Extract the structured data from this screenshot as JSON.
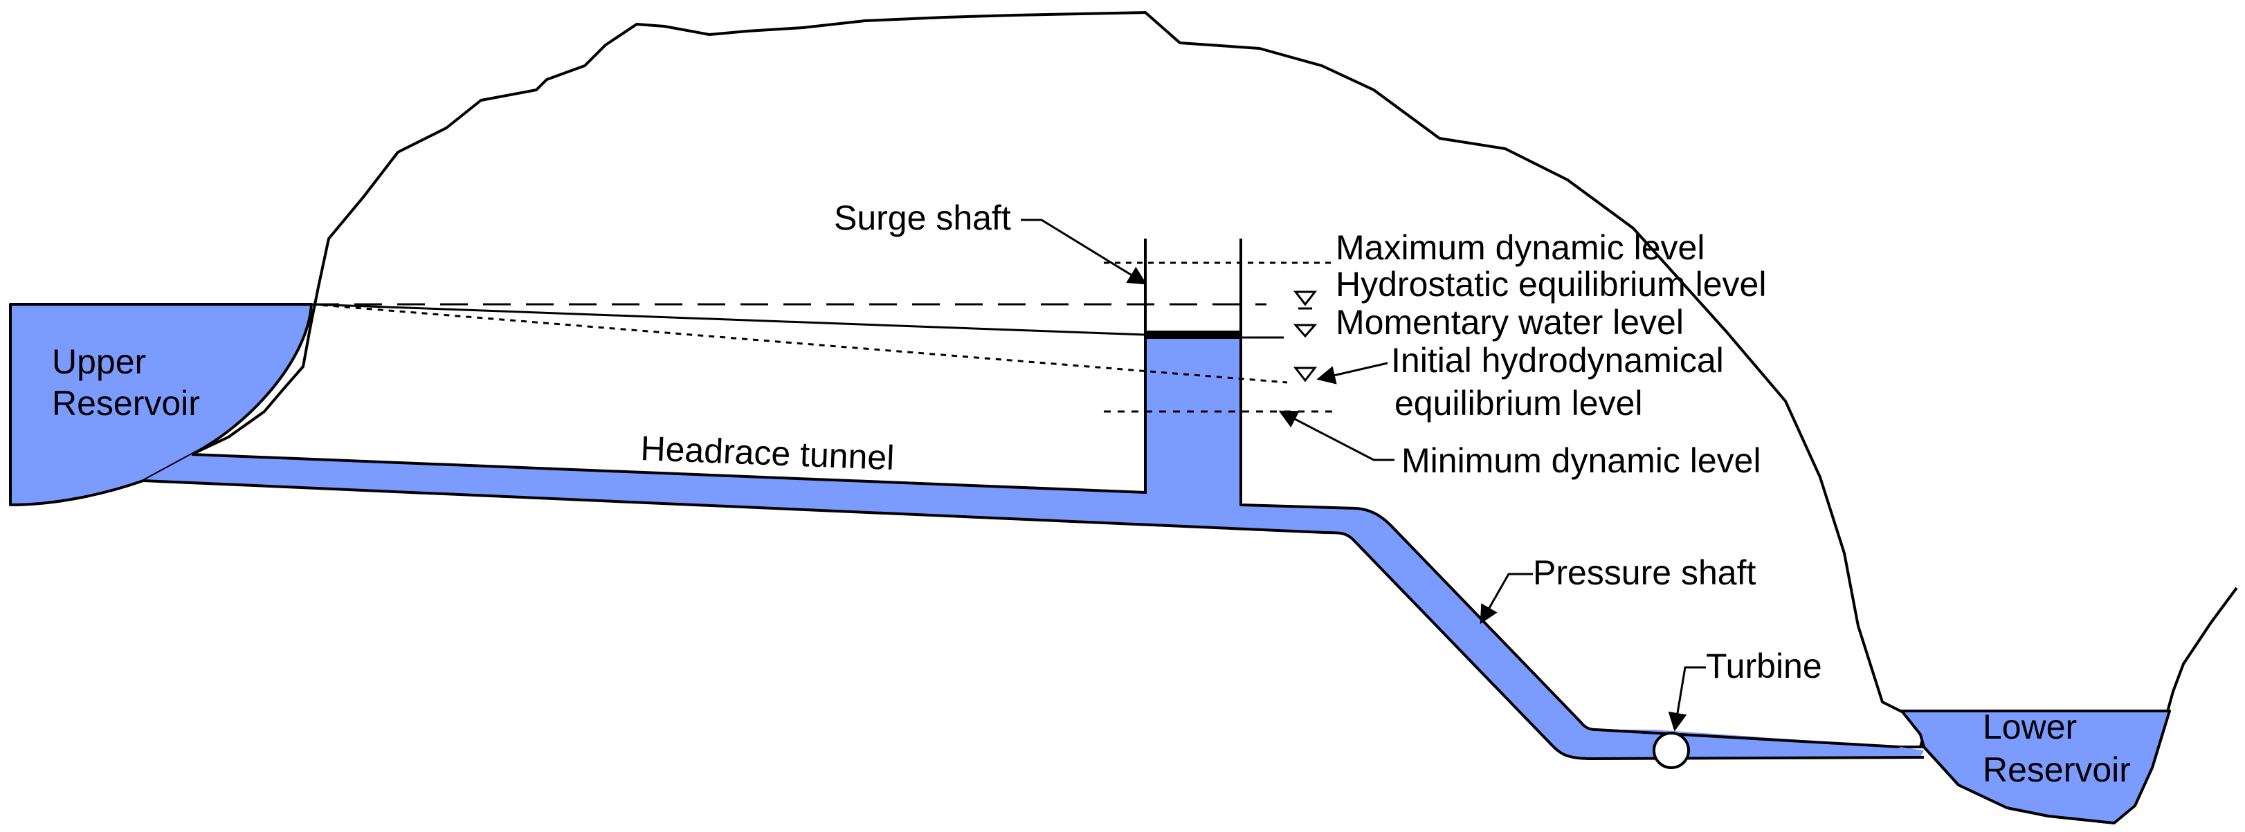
{
  "colors": {
    "water": "#7c9bff",
    "outline": "#000000",
    "background": "#ffffff"
  },
  "labels": {
    "upper_reservoir_line1": "Upper",
    "upper_reservoir_line2": "Reservoir",
    "lower_reservoir_line1": "Lower",
    "lower_reservoir_line2": "Reservoir",
    "headrace_tunnel": "Headrace tunnel",
    "surge_shaft": "Surge shaft",
    "pressure_shaft": "Pressure shaft",
    "turbine": "Turbine"
  },
  "levels": {
    "maximum_dynamic": "Maximum dynamic level",
    "hydrostatic_equilibrium": "Hydrostatic equilibrium level",
    "momentary_water": "Momentary water level",
    "initial_hydrodynamical_line1": "Initial hydrodynamical",
    "initial_hydrodynamical_line2": "equilibrium level",
    "minimum_dynamic": "Minimum dynamic level"
  }
}
